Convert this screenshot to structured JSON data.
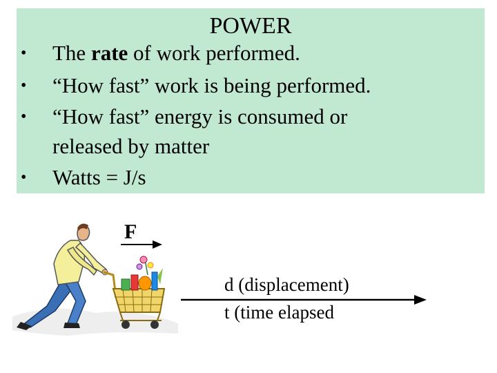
{
  "slide": {
    "title": "POWER",
    "bullets": [
      {
        "prefix": "The ",
        "bold": "rate",
        "suffix": " of work performed."
      },
      {
        "text": "“How fast” work is being performed."
      },
      {
        "text": "“How fast” energy is consumed or",
        "continuation": "released by matter"
      },
      {
        "text": "Watts = J/s"
      }
    ],
    "bullet_symbol": "•",
    "background_color": "#c1e8d1"
  },
  "diagram": {
    "force_label": "F",
    "displacement_label": "d (displacement)",
    "time_label": "t (time elapsed"
  }
}
